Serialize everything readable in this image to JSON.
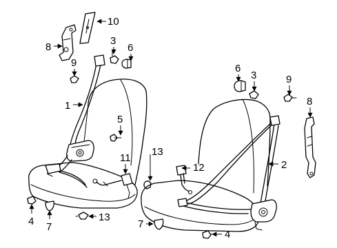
{
  "callouts": [
    {
      "id": "c1",
      "text": "1"
    },
    {
      "id": "c2",
      "text": "2"
    },
    {
      "id": "c3a",
      "text": "3"
    },
    {
      "id": "c3b",
      "text": "3"
    },
    {
      "id": "c4a",
      "text": "4"
    },
    {
      "id": "c4b",
      "text": "4"
    },
    {
      "id": "c5",
      "text": "5"
    },
    {
      "id": "c6a",
      "text": "6"
    },
    {
      "id": "c6b",
      "text": "6"
    },
    {
      "id": "c7a",
      "text": "7"
    },
    {
      "id": "c7b",
      "text": "7"
    },
    {
      "id": "c8a",
      "text": "8"
    },
    {
      "id": "c8b",
      "text": "8"
    },
    {
      "id": "c9a",
      "text": "9"
    },
    {
      "id": "c9b",
      "text": "9"
    },
    {
      "id": "c10",
      "text": "10"
    },
    {
      "id": "c11",
      "text": "11"
    },
    {
      "id": "c12",
      "text": "12"
    },
    {
      "id": "c13a",
      "text": "13"
    },
    {
      "id": "c13b",
      "text": "13"
    }
  ]
}
